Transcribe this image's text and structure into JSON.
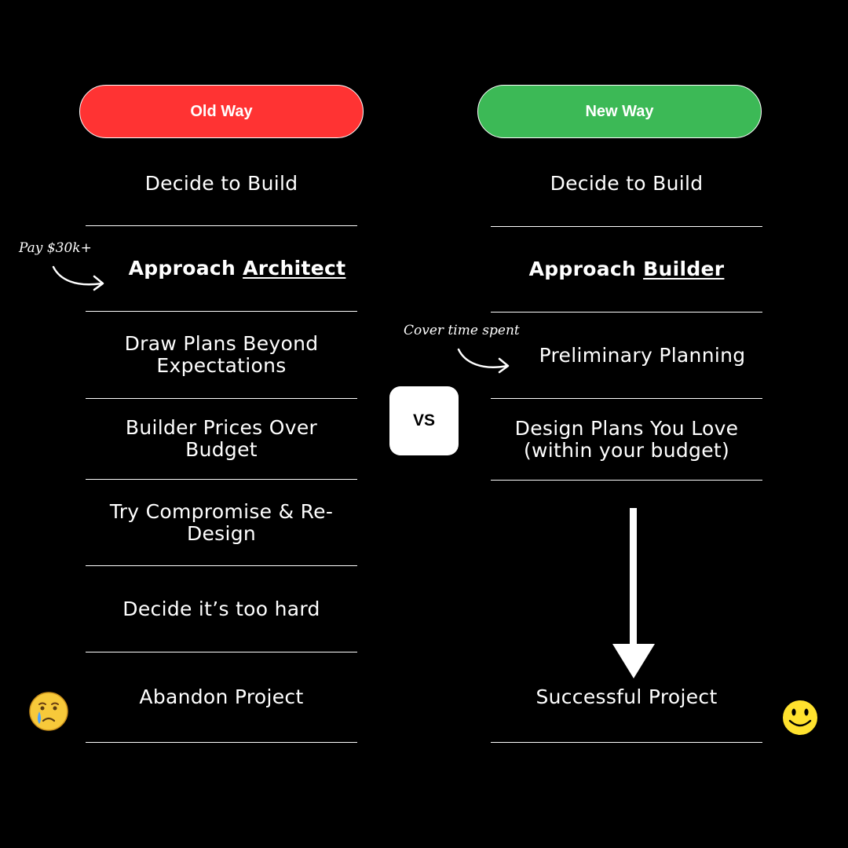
{
  "old_way": {
    "header": "Old Way",
    "header_color": "#ff3333",
    "steps": [
      {
        "text": "Decide to Build"
      },
      {
        "prefix": "Approach ",
        "emphasis": "Architect"
      },
      {
        "text": "Draw Plans Beyond Expectations"
      },
      {
        "text": "Builder Prices Over Budget"
      },
      {
        "text": "Try Compromise & Re-Design"
      },
      {
        "text": "Decide it’s too hard"
      },
      {
        "text": "Abandon Project"
      }
    ],
    "note": "Pay $30k+",
    "end_icon": "crying-face-icon"
  },
  "new_way": {
    "header": "New Way",
    "header_color": "#3cb956",
    "steps": [
      {
        "text": "Decide to Build"
      },
      {
        "prefix": "Approach ",
        "emphasis": "Builder"
      },
      {
        "text": "Preliminary Planning"
      },
      {
        "text": "Design Plans You Love (within your budget)"
      },
      {
        "text": "Successful Project"
      }
    ],
    "note": "Cover time spent",
    "end_icon": "smiley-face-icon",
    "flow_icon": "down-arrow-icon"
  },
  "vs_label": "VS"
}
